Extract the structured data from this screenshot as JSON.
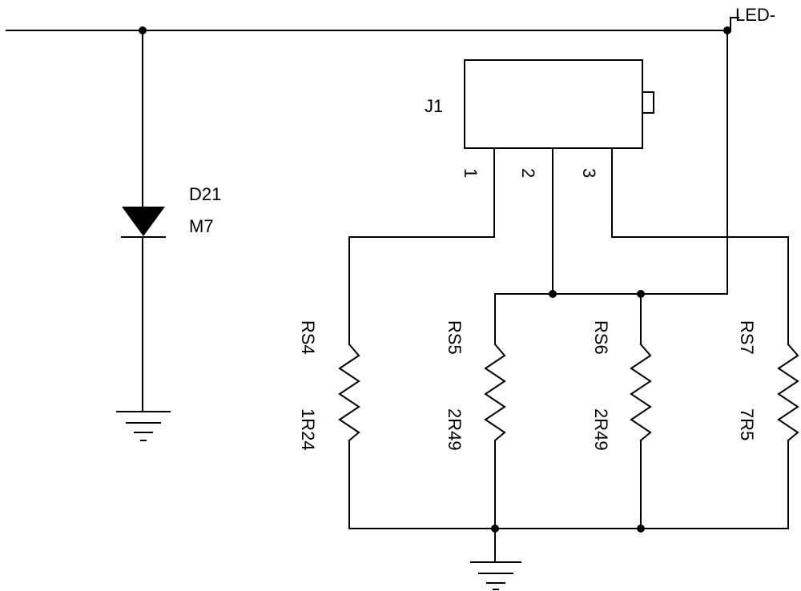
{
  "net_label": "LED-",
  "connector": {
    "ref": "J1",
    "pins": [
      "1",
      "2",
      "3"
    ]
  },
  "diode": {
    "ref": "D21",
    "value": "M7"
  },
  "resistors": [
    {
      "ref": "RS4",
      "value": "1R24"
    },
    {
      "ref": "RS5",
      "value": "2R49"
    },
    {
      "ref": "RS6",
      "value": "2R49"
    },
    {
      "ref": "RS7",
      "value": "7R5"
    }
  ]
}
